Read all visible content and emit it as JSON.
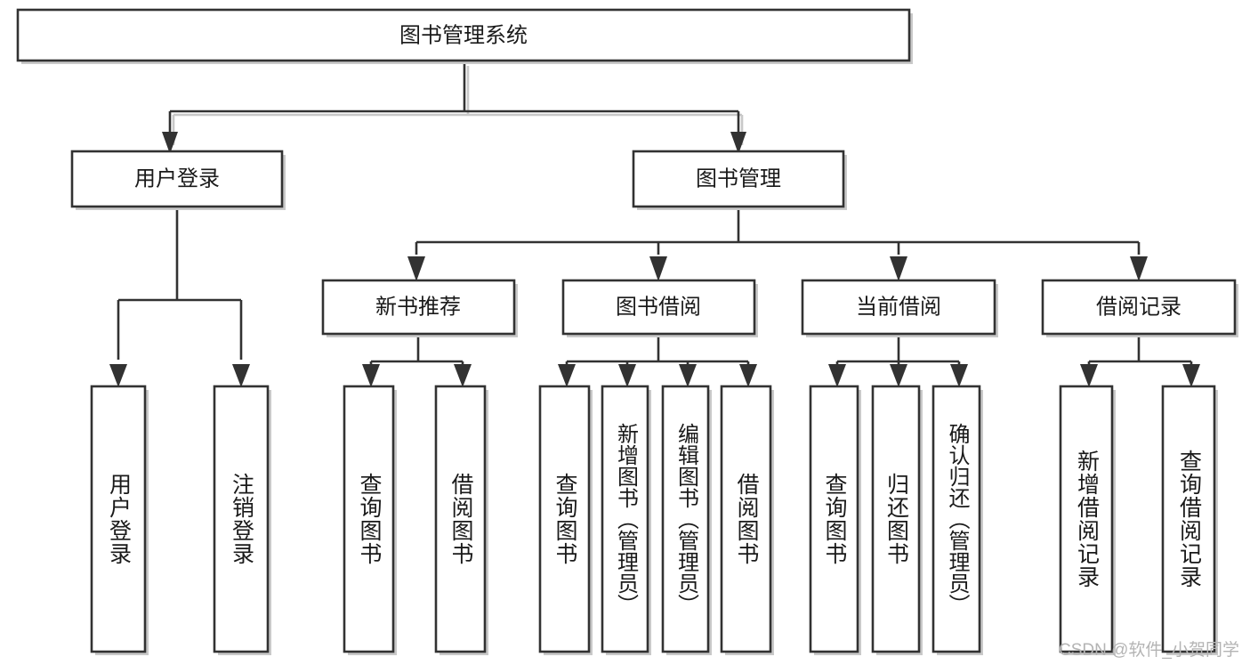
{
  "diagram": {
    "type": "tree-hierarchy",
    "title": "图书管理系统",
    "watermark": "CSDN @软件_小贺同学",
    "colors": {
      "stroke": "#323232",
      "fill": "#ffffff",
      "shadow": "#c9c9c9",
      "text": "#1a1a1a",
      "watermark": "#b4b4b4"
    },
    "nodes": {
      "root": {
        "label": "图书管理系统"
      },
      "level2": [
        {
          "id": "user-login",
          "label": "用户登录"
        },
        {
          "id": "book-manage",
          "label": "图书管理"
        }
      ],
      "level3": [
        {
          "id": "new-book-recommend",
          "label": "新书推荐"
        },
        {
          "id": "book-borrow",
          "label": "图书借阅"
        },
        {
          "id": "current-borrow",
          "label": "当前借阅"
        },
        {
          "id": "borrow-record",
          "label": "借阅记录"
        }
      ],
      "leaves": [
        {
          "id": "leaf-user-login",
          "label": "用户登录",
          "parent": "user-login"
        },
        {
          "id": "leaf-logout-login",
          "label": "注销登录",
          "parent": "user-login"
        },
        {
          "id": "leaf-query-book-1",
          "label": "查询图书",
          "parent": "new-book-recommend"
        },
        {
          "id": "leaf-borrow-book-1",
          "label": "借阅图书",
          "parent": "new-book-recommend"
        },
        {
          "id": "leaf-query-book-2",
          "label": "查询图书",
          "parent": "book-borrow"
        },
        {
          "id": "leaf-add-book",
          "label": "新增图书（管理员）",
          "parent": "book-borrow"
        },
        {
          "id": "leaf-edit-book",
          "label": "编辑图书（管理员）",
          "parent": "book-borrow"
        },
        {
          "id": "leaf-borrow-book-2",
          "label": "借阅图书",
          "parent": "book-borrow"
        },
        {
          "id": "leaf-query-book-3",
          "label": "查询图书",
          "parent": "current-borrow"
        },
        {
          "id": "leaf-return-book",
          "label": "归还图书",
          "parent": "current-borrow"
        },
        {
          "id": "leaf-confirm-return",
          "label": "确认归还（管理员）",
          "parent": "current-borrow"
        },
        {
          "id": "leaf-add-record",
          "label": "新增借阅记录",
          "parent": "borrow-record"
        },
        {
          "id": "leaf-query-record",
          "label": "查询借阅记录",
          "parent": "borrow-record"
        }
      ]
    }
  }
}
